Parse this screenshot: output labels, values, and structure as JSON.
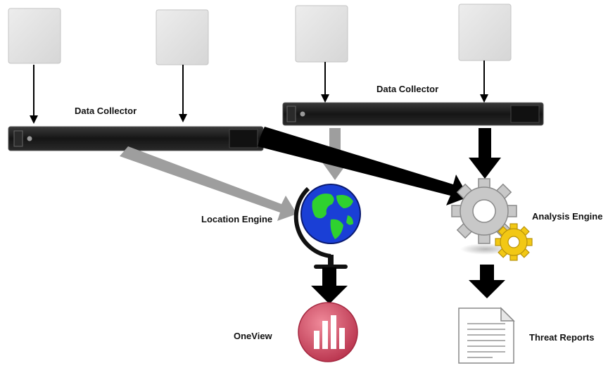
{
  "labels": {
    "collector_left": "Data Collector",
    "collector_right": "Data Collector",
    "location_engine": "Location Engine",
    "analysis_engine": "Analysis Engine",
    "oneview": "OneView",
    "threat_reports": "Threat Reports"
  },
  "colors": {
    "sensor_fill": "#e3e3e3",
    "appliance": "#1c1c1c",
    "arrow_black": "#000000",
    "arrow_gray": "#9e9e9e",
    "globe_water": "#1a3fd6",
    "globe_land": "#2fd12f",
    "gear_silver": "#c8c8c8",
    "gear_gold": "#f2c814",
    "oneview_red": "#c8405a"
  },
  "icons": [
    "access-point-icon",
    "rack-appliance-icon",
    "globe-icon",
    "gear-icon",
    "bar-chart-icon",
    "document-icon"
  ]
}
